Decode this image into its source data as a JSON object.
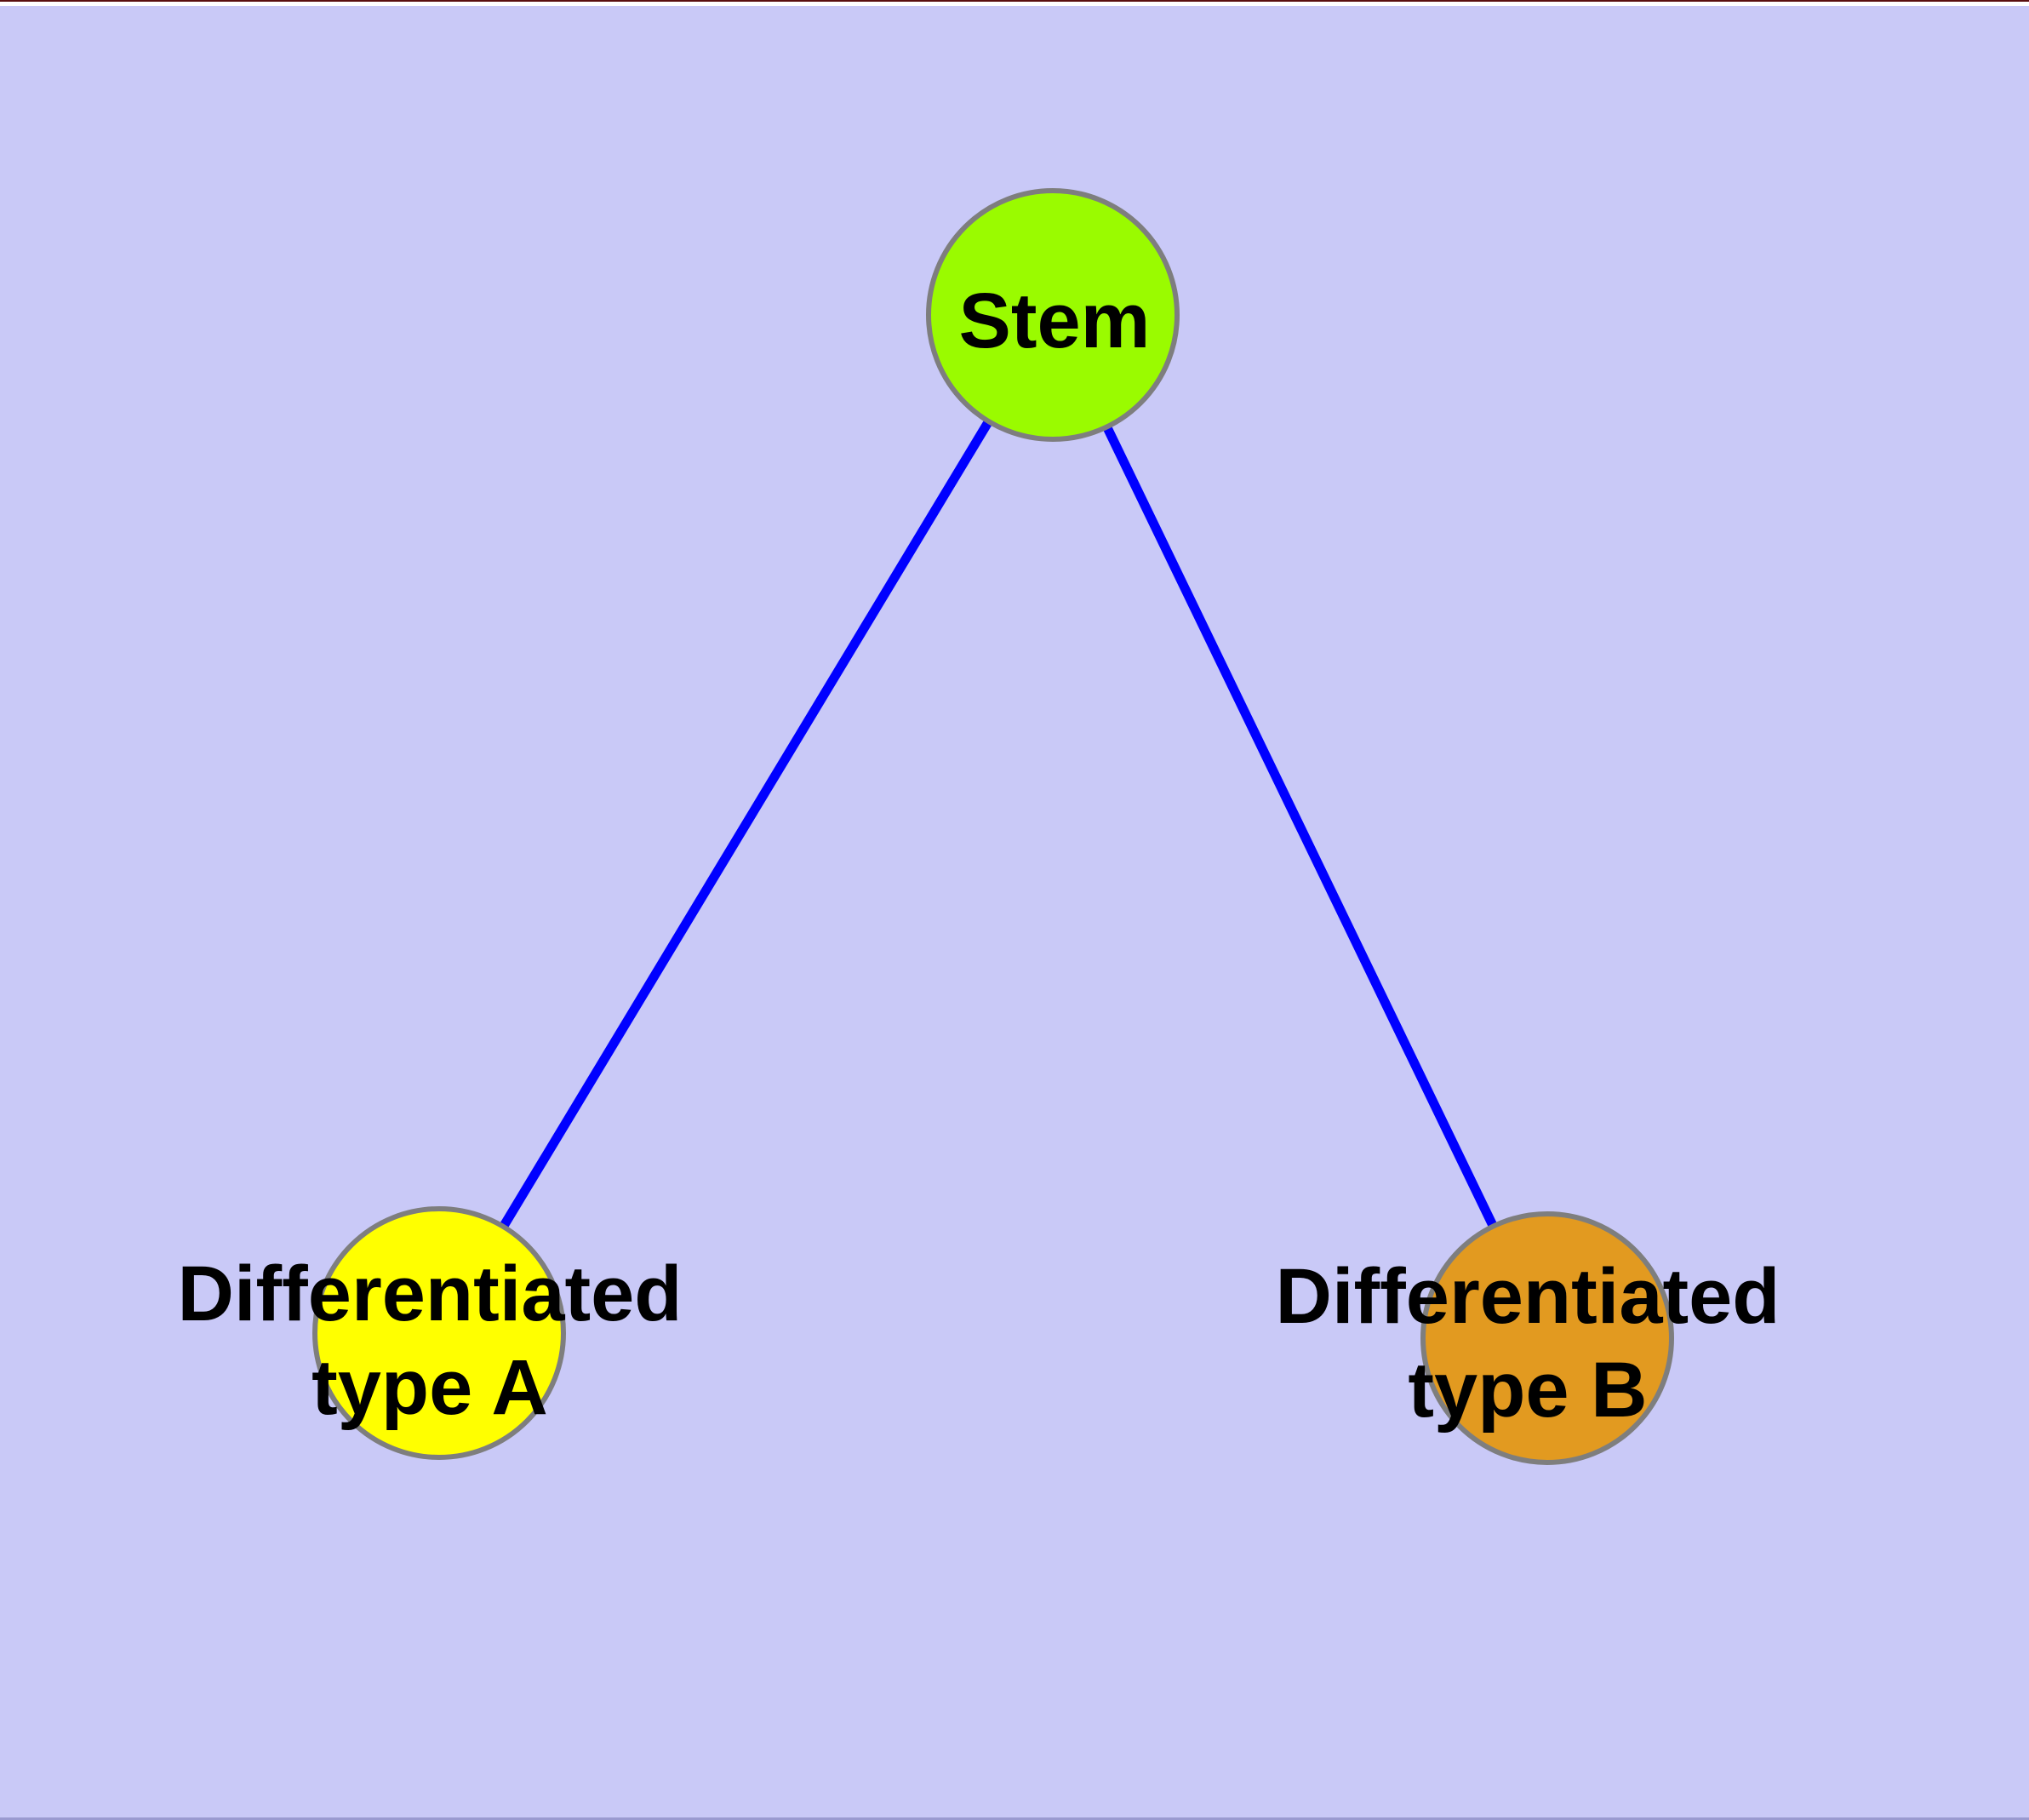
{
  "diagram": {
    "background_color": "#C9C9F7",
    "edge_color": "#0000FF",
    "node_border_color": "#7E7E7E",
    "nodes": [
      {
        "id": "stem",
        "label": "Stem",
        "fill_color": "#9AFB00"
      },
      {
        "id": "type-a",
        "label": "Differentiated\ntype A",
        "fill_color": "#FFFF00"
      },
      {
        "id": "type-b",
        "label": "Differentiated\ntype B",
        "fill_color": "#E29A20"
      }
    ],
    "edges": [
      {
        "from": "stem",
        "to": "type-a"
      },
      {
        "from": "stem",
        "to": "type-b"
      }
    ]
  }
}
